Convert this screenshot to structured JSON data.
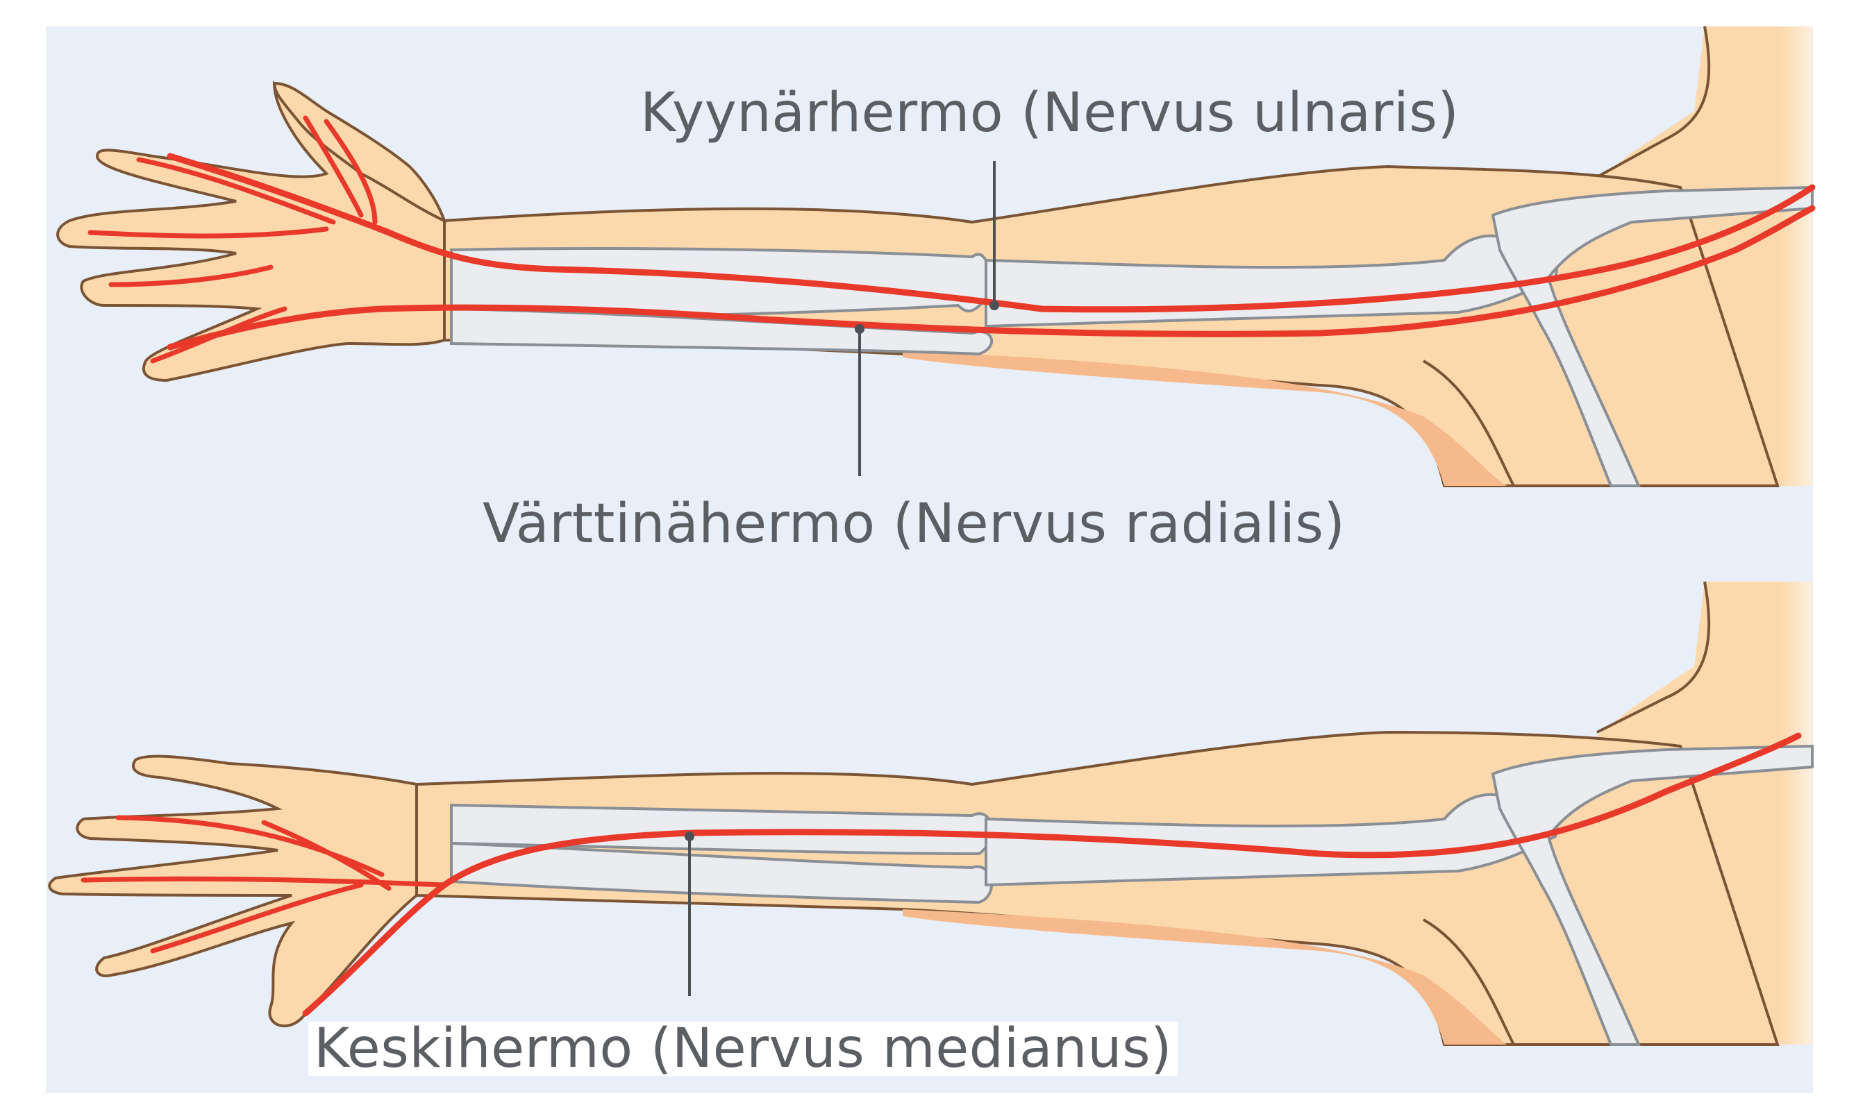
{
  "labels": {
    "ulnar": "Kyynärhermo (Nervus ulnaris)",
    "radial": "Värttinähermo (Nervus radialis)",
    "median": "Keskihermo (Nervus medianus)"
  },
  "colors": {
    "background": "#e8eff8",
    "skin": "#fcd9ac",
    "skin_shadow": "#f6b98c",
    "skin_outline": "#7a5434",
    "bone": "#e9ebee",
    "bone_outline": "#8a8f96",
    "nerve": "#e8392a",
    "torso_shadow": "#d6d8dc",
    "label_text": "#5b5e63"
  }
}
